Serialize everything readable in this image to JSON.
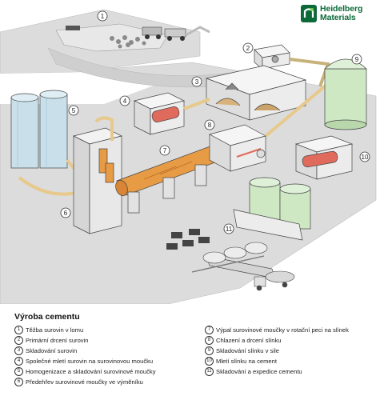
{
  "brand": {
    "name_line1": "Heidelberg",
    "name_line2": "Materials",
    "color": "#0c6a3a"
  },
  "diagram": {
    "markers": [
      "1",
      "2",
      "3",
      "4",
      "5",
      "6",
      "7",
      "8",
      "9",
      "10",
      "11"
    ]
  },
  "legend": {
    "title": "Výroba cementu",
    "left_items": [
      {
        "num": "1",
        "text": "Těžba surovin v lomu"
      },
      {
        "num": "2",
        "text": "Primární drcení surovin"
      },
      {
        "num": "3",
        "text": "Skladování surovin"
      },
      {
        "num": "4",
        "text": "Společné mletí surovin na surovinovou moučku"
      },
      {
        "num": "5",
        "text": "Homogenizace a skladování surovinové moučky"
      },
      {
        "num": "6",
        "text": "Předehřev surovinové moučky ve výměníku"
      }
    ],
    "right_items": [
      {
        "num": "7",
        "text": "Výpal surovinové moučky v rotační peci na slínek"
      },
      {
        "num": "8",
        "text": "Chlazení a drcení slínku"
      },
      {
        "num": "9",
        "text": "Skladování slínku v sile"
      },
      {
        "num": "10",
        "text": "Mletí slínku na cement"
      },
      {
        "num": "11",
        "text": "Skladování a expedice cementu"
      }
    ]
  },
  "colors": {
    "ground": "#d9d9d9",
    "building": "#efefef",
    "outline": "#444444",
    "pipe_tan": "#e6c98b",
    "kiln_orange": "#e79b45",
    "silo_blue": "#c9e0ea",
    "silo_green": "#cfe8c4",
    "mill_red": "#e06b5c"
  }
}
